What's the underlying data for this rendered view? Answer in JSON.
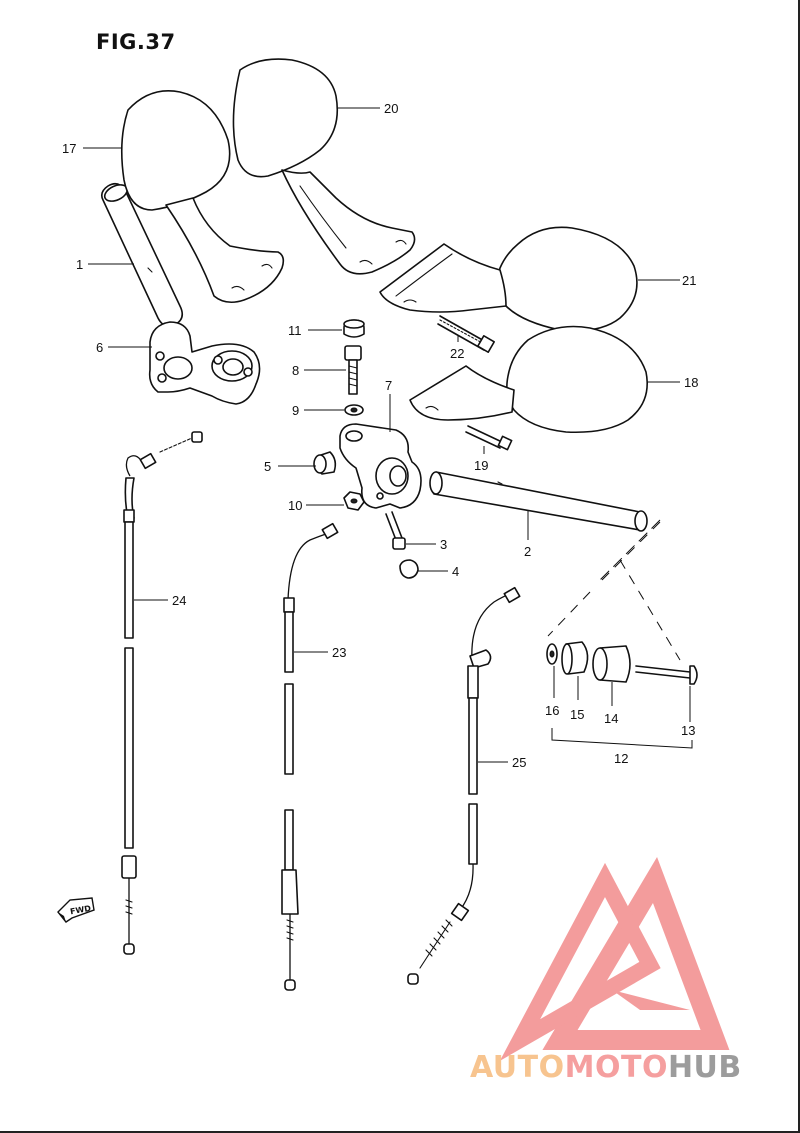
{
  "figure": {
    "title": "FIG.37"
  },
  "callouts": [
    {
      "id": "c1",
      "label": "1"
    },
    {
      "id": "c2",
      "label": "2"
    },
    {
      "id": "c3",
      "label": "3"
    },
    {
      "id": "c4",
      "label": "4"
    },
    {
      "id": "c5",
      "label": "5"
    },
    {
      "id": "c6",
      "label": "6"
    },
    {
      "id": "c7",
      "label": "7"
    },
    {
      "id": "c8",
      "label": "8"
    },
    {
      "id": "c9",
      "label": "9"
    },
    {
      "id": "c10",
      "label": "10"
    },
    {
      "id": "c11",
      "label": "11"
    },
    {
      "id": "c12",
      "label": "12"
    },
    {
      "id": "c13",
      "label": "13"
    },
    {
      "id": "c14",
      "label": "14"
    },
    {
      "id": "c15",
      "label": "15"
    },
    {
      "id": "c16",
      "label": "16"
    },
    {
      "id": "c17",
      "label": "17"
    },
    {
      "id": "c18",
      "label": "18"
    },
    {
      "id": "c19",
      "label": "19"
    },
    {
      "id": "c20",
      "label": "20"
    },
    {
      "id": "c21",
      "label": "21"
    },
    {
      "id": "c22",
      "label": "22"
    },
    {
      "id": "c23",
      "label": "23"
    },
    {
      "id": "c24",
      "label": "24"
    },
    {
      "id": "c25",
      "label": "25"
    }
  ],
  "direction_marker": {
    "label": "FWD"
  },
  "watermark": {
    "part_a": "AUTO",
    "part_b": "MOTO",
    "part_c": "HUB",
    "colors": {
      "logo": "#f28b8b",
      "auto": "#f7c48f",
      "moto": "#f59f9f",
      "hub": "#9c9c9c"
    }
  }
}
